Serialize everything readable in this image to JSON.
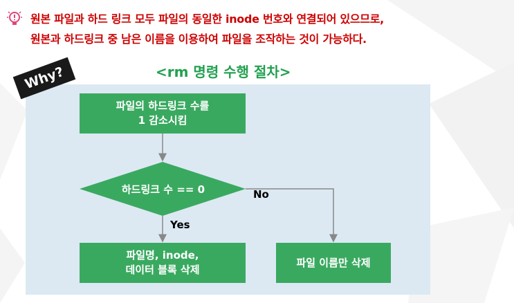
{
  "header": {
    "line1": "원본 파일과 하드 링크 모두 파일의 동일한 inode 번호와 연결되어 있으므로,",
    "line2": "원본과 하드링크 중 남은 이름을 이용하여 파일을 조작하는 것이 가능하다."
  },
  "badge": "Why?",
  "flowchart": {
    "title": "<rm 명령 수행 절차>",
    "step1": "파일의 하드링크 수를\n1 감소시킴",
    "decision": "하드링크 수 == 0",
    "yes_label": "Yes",
    "no_label": "No",
    "yes_action": "파일명, inode,\n데이터 블록 삭제",
    "no_action": "파일 이름만 삭제"
  },
  "colors": {
    "accent_red": "#cc0000",
    "title_green": "#22a050",
    "box_green": "#3aa960",
    "panel_blue": "#dce9f3"
  }
}
